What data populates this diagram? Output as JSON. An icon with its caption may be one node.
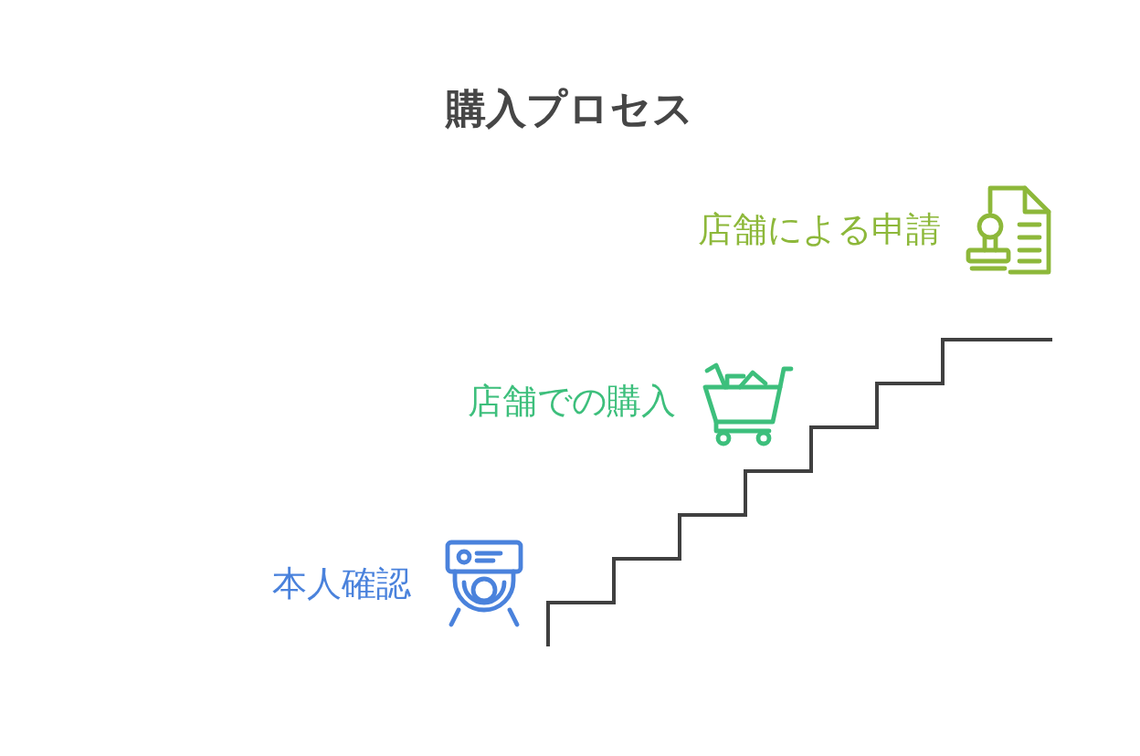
{
  "diagram": {
    "title": "購入プロセス",
    "labels": [
      "本人確認",
      "店舗での購入",
      "店舗による申請"
    ]
  }
}
